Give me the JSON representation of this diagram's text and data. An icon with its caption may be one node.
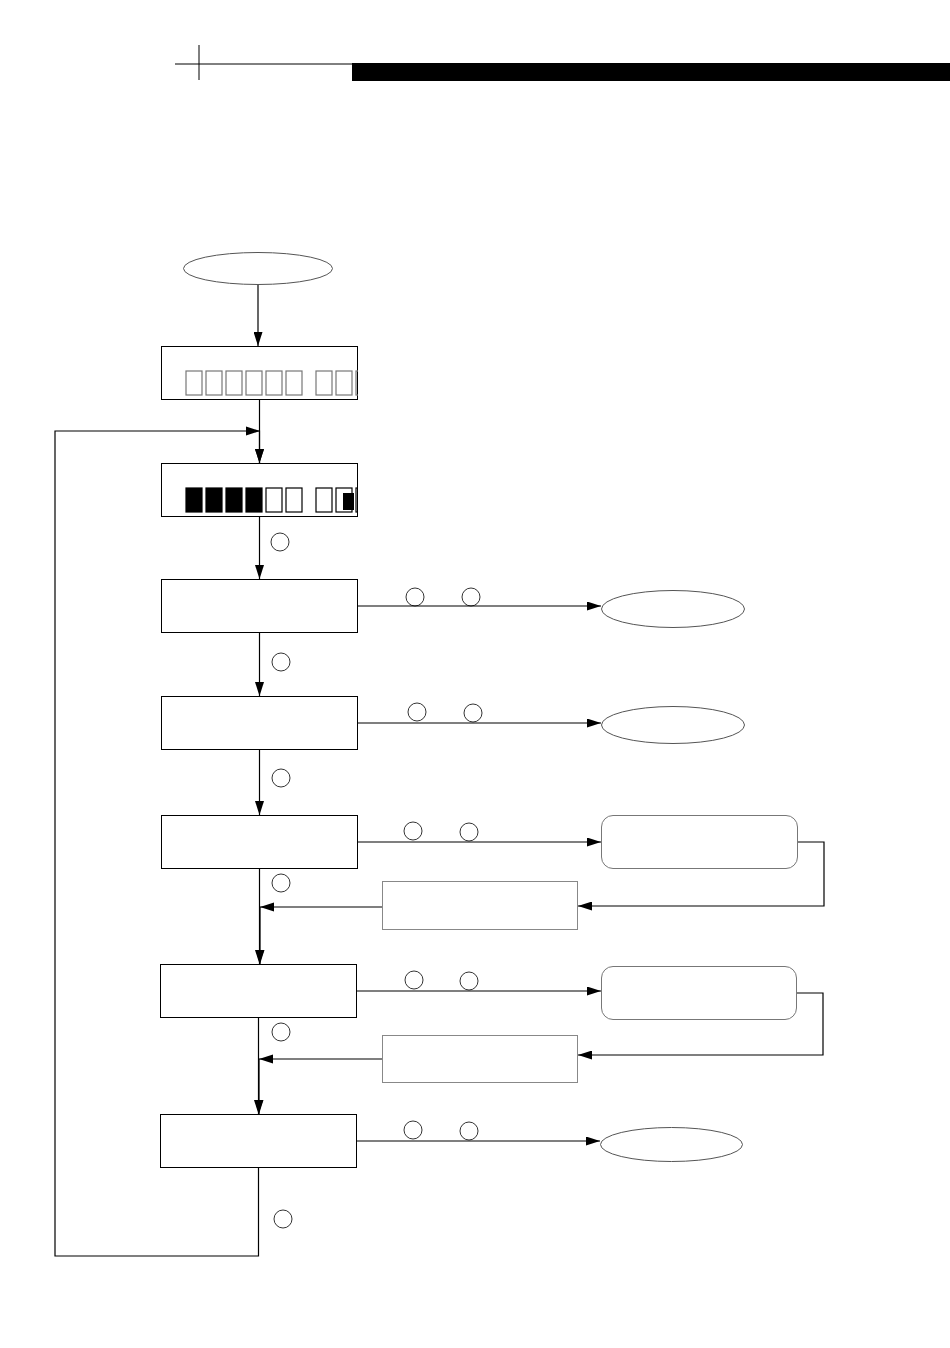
{
  "diagram": {
    "nodes": [
      {
        "text": [],
        "shape": "ellipse"
      },
      {
        "text": [],
        "shape": "box"
      },
      {
        "text": [],
        "shape": "box"
      },
      {
        "text": [],
        "shape": "box"
      },
      {
        "text": [],
        "shape": "ellipse"
      },
      {
        "text": [],
        "shape": "box"
      },
      {
        "text": [],
        "shape": "ellipse"
      },
      {
        "text": [],
        "shape": "box"
      },
      {
        "text": [],
        "shape": "box"
      },
      {
        "text": [],
        "shape": "box"
      },
      {
        "text": [],
        "shape": "box"
      },
      {
        "text": [],
        "shape": "box"
      },
      {
        "text": [],
        "shape": "box"
      },
      {
        "text": [],
        "shape": "box"
      },
      {
        "text": [],
        "shape": "ellipse"
      }
    ],
    "edges": [
      {
        "from": 0,
        "to": 1,
        "arrow": "to"
      },
      {
        "from": 1,
        "to": 2,
        "arrow": "to"
      },
      {
        "from": 2,
        "to": 3,
        "arrow": "to"
      },
      {
        "from": 3,
        "to": 4,
        "arrow": "to"
      },
      {
        "from": 3,
        "to": 5,
        "arrow": "to"
      },
      {
        "from": 5,
        "to": 6,
        "arrow": "to"
      },
      {
        "from": 5,
        "to": 7,
        "arrow": "to"
      },
      {
        "from": 7,
        "to": 8,
        "arrow": "to"
      },
      {
        "from": 8,
        "to": 9,
        "arrow": "to"
      },
      {
        "from": 9,
        "to": 10,
        "arrow": "to"
      },
      {
        "from": 7,
        "to": 10,
        "arrow": "to"
      },
      {
        "from": 10,
        "to": 11,
        "arrow": "to"
      },
      {
        "from": 11,
        "to": 12,
        "arrow": "to"
      },
      {
        "from": 12,
        "to": 13,
        "arrow": "to"
      },
      {
        "from": 10,
        "to": 13,
        "arrow": "to"
      },
      {
        "from": 13,
        "to": 14,
        "arrow": "to"
      },
      {
        "from": 13,
        "to": 2,
        "arrow": "to"
      }
    ]
  }
}
